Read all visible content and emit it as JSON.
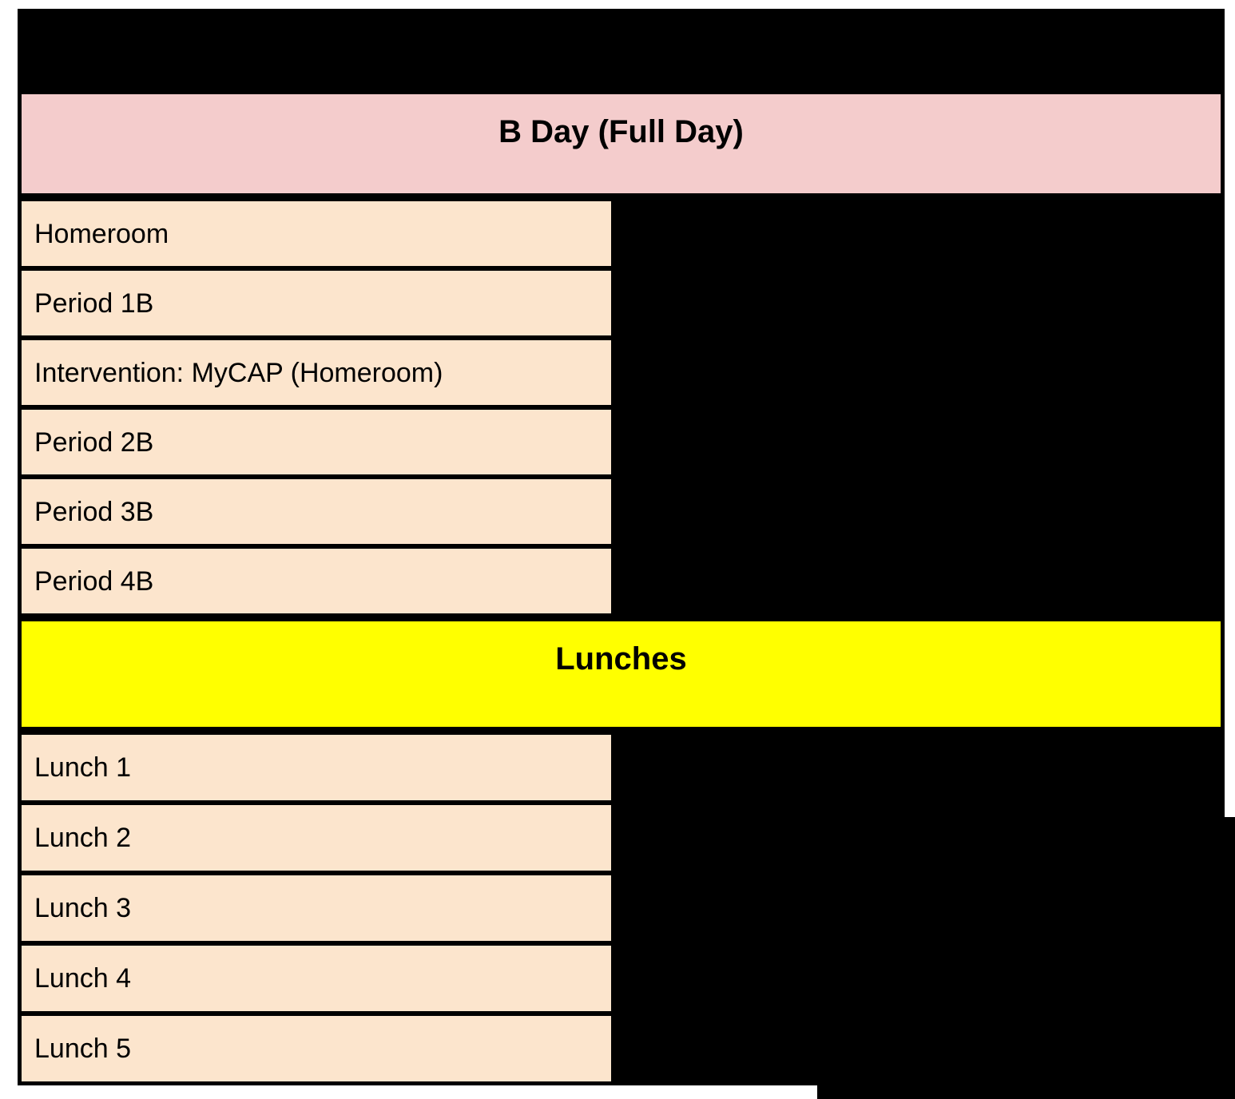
{
  "schedule": {
    "day_header": "B Day (Full Day)",
    "period_rows": [
      "Homeroom",
      "Period 1B",
      "Intervention: MyCAP (Homeroom)",
      "Period 2B",
      "Period 3B",
      "Period 4B"
    ],
    "lunch_header": "Lunches",
    "lunch_rows": [
      "Lunch 1",
      "Lunch 2",
      "Lunch 3",
      "Lunch 4",
      "Lunch 5"
    ],
    "colors": {
      "day_header_bg": "#F4CCCC",
      "cell_bg": "#FCE5CD",
      "lunch_header_bg": "#FFFF00",
      "border": "#000000",
      "redacted_fill": "#000000",
      "text": "#000000",
      "page_bg": "#FFFFFF"
    }
  }
}
